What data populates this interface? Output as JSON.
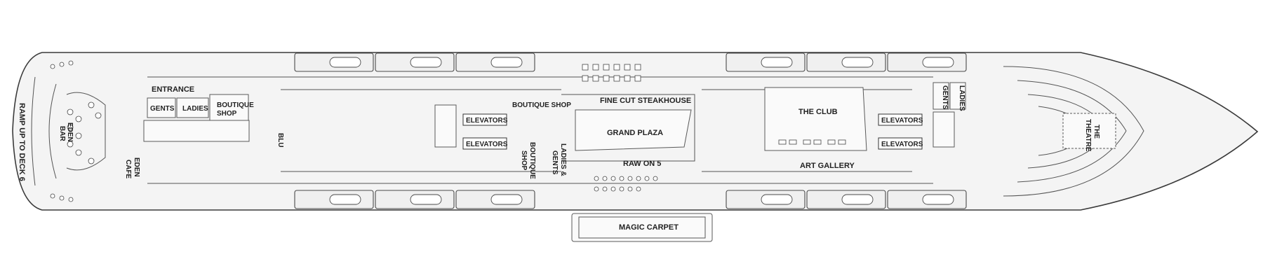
{
  "colors": {
    "hull_fill": "#f4f4f4",
    "line": "#3a3a3a",
    "text": "#222222"
  },
  "labels": {
    "ramp": "RAMP UP TO DECK 6",
    "eden_bar_1": "EDEN",
    "eden_bar_2": "BAR",
    "eden_cafe_1": "EDEN",
    "eden_cafe_2": "CAFE",
    "entrance": "ENTRANCE",
    "gents": "GENTS",
    "ladies": "LADIES",
    "boutique_shop_1": "BOUTIQUE",
    "boutique_shop_2": "SHOP",
    "blu": "BLU",
    "elevators_fwd_upper": "ELEVATORS",
    "elevators_fwd_lower": "ELEVATORS",
    "boutique_shop_upper": "BOUTIQUE SHOP",
    "boutique_shop_v1": "BOUTIQUE",
    "boutique_shop_v2": "SHOP",
    "ladies_gents_1": "LADIES &",
    "ladies_gents_2": "GENTS",
    "fine_cut": "FINE CUT STEAKHOUSE",
    "grand_plaza": "GRAND PLAZA",
    "raw_on_5": "RAW ON 5",
    "magic_carpet": "MAGIC CARPET",
    "the_club": "THE CLUB",
    "art_gallery": "ART GALLERY",
    "elevators_aft_upper": "ELEVATORS",
    "elevators_aft_lower": "ELEVATORS",
    "gents_aft": "GENTS",
    "ladies_aft": "LADIES",
    "theatre_1": "THE",
    "theatre_2": "THEATRE"
  }
}
